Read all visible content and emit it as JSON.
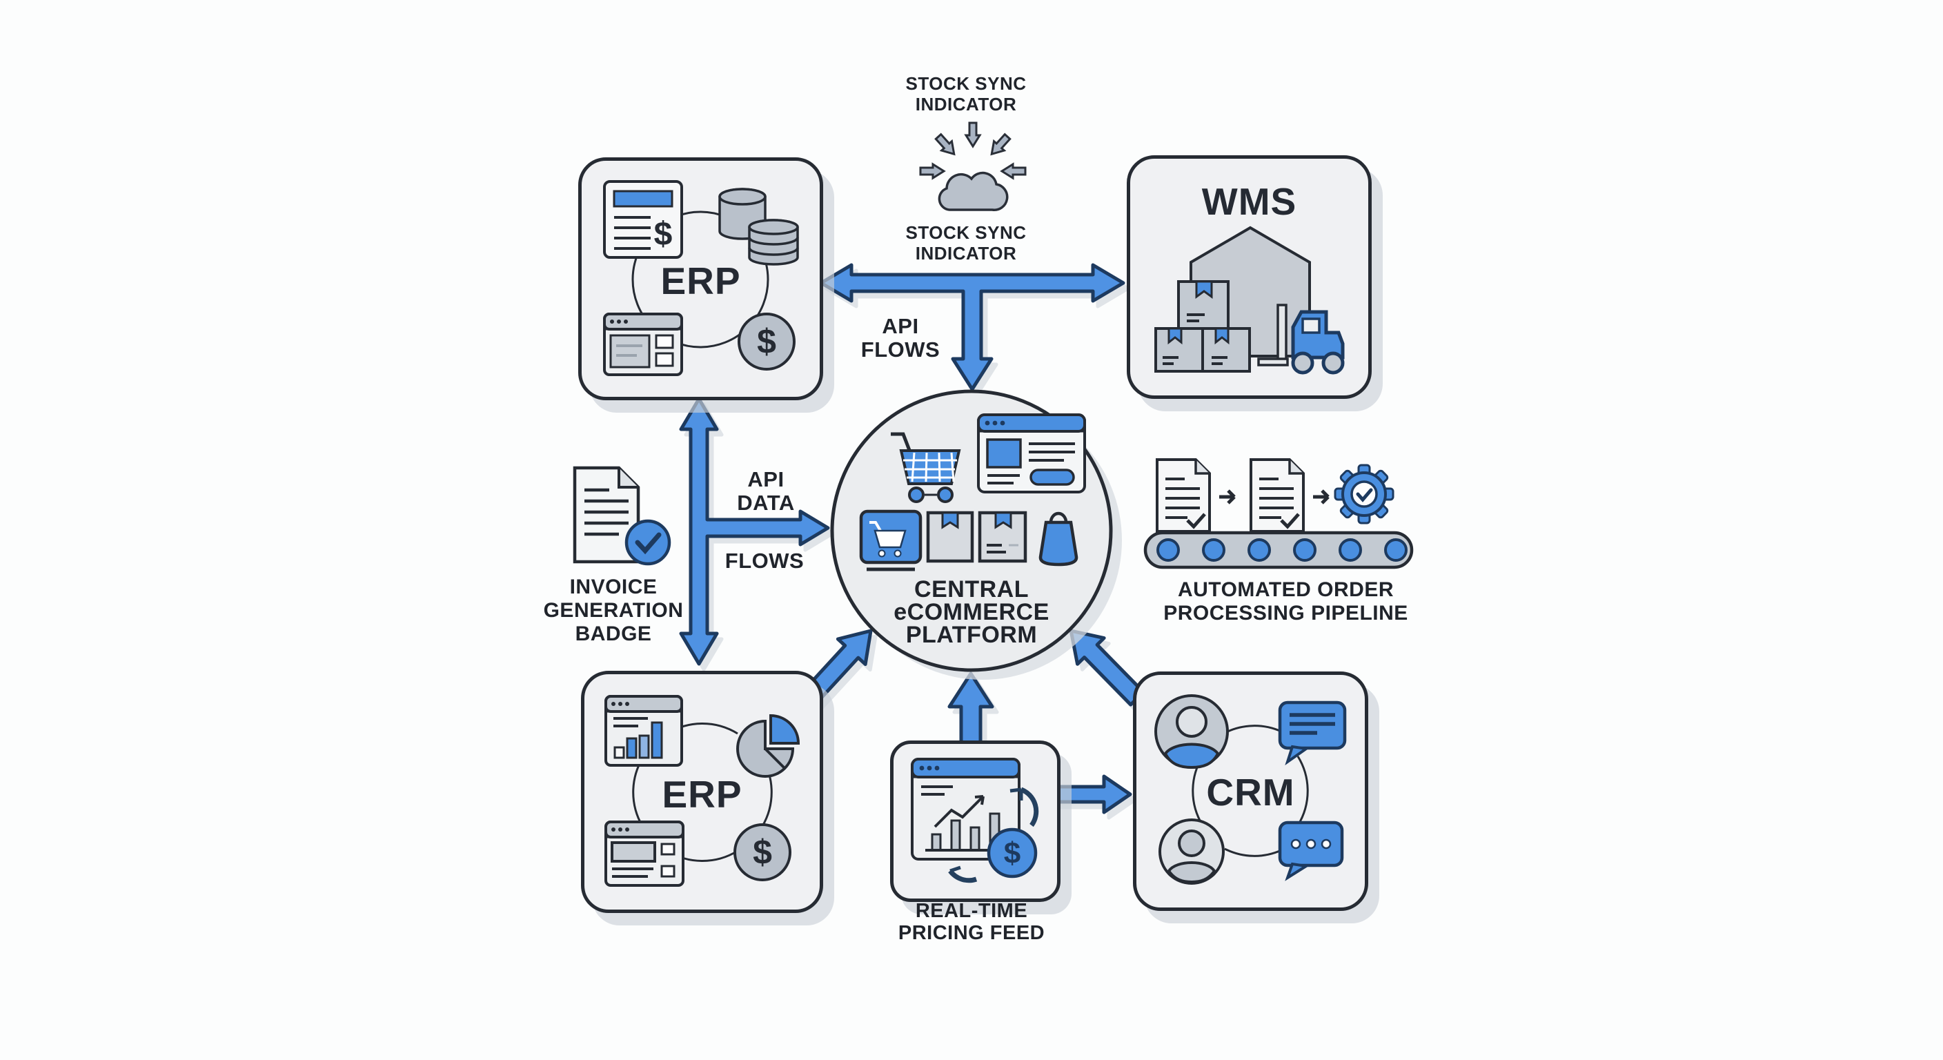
{
  "colors": {
    "background": "#fcfdfd",
    "node_fill": "#f0f1f3",
    "outline_dark": "#262b33",
    "arrow_blue": "#4f92e3",
    "arrow_outline": "#1d3a5f",
    "accent_blue": "#4a8fe0",
    "icon_gray": "#c3cad2",
    "icon_gray_dark": "#b9c1cb",
    "shadow_gray": "#d7dbe0",
    "text": "#20242b"
  },
  "nodes": {
    "erp_top": {
      "title": "ERP"
    },
    "wms": {
      "title": "WMS"
    },
    "erp_bottom": {
      "title": "ERP"
    },
    "crm": {
      "title": "CRM"
    },
    "platform": {
      "line1": "CENTRAL",
      "line2": "eCOMMERCE",
      "line3": "PLATFORM"
    }
  },
  "labels": {
    "stock_sync_top": {
      "line1": "STOCK SYNC",
      "line2": "INDICATOR"
    },
    "stock_sync_bottom": {
      "line1": "STOCK SYNC",
      "line2": "INDICATOR"
    },
    "api_flows": {
      "line1": "API",
      "line2": "FLOWS"
    },
    "api_data_flows": {
      "line1": "API",
      "line2": "DATA",
      "line3": "FLOWS"
    },
    "invoice_badge": {
      "line1": "INVOICE",
      "line2": "GENERATION",
      "line3": "BADGE"
    },
    "pipeline": {
      "line1": "AUTOMATED ORDER",
      "line2": "PROCESSING PIPELINE"
    },
    "pricing_feed": {
      "line1": "REAL-TIME",
      "line2": "PRICING FEED"
    }
  },
  "icons": {
    "currency_symbol": "$",
    "names": [
      "cloud-sync-icon",
      "invoice-icon",
      "database-icon",
      "browser-form-icon",
      "dollar-coin-icon",
      "warehouse-icon",
      "boxes-icon",
      "forklift-icon",
      "shopping-cart-icon",
      "product-page-icon",
      "package-icon",
      "shopping-bag-icon",
      "invoice-check-icon",
      "document-icon",
      "gear-check-icon",
      "conveyor-belt-icon",
      "bar-chart-browser-icon",
      "pie-chart-icon",
      "pricing-chart-icon",
      "refresh-arrows-icon",
      "user-avatar-icon",
      "chat-bubble-icon"
    ]
  }
}
